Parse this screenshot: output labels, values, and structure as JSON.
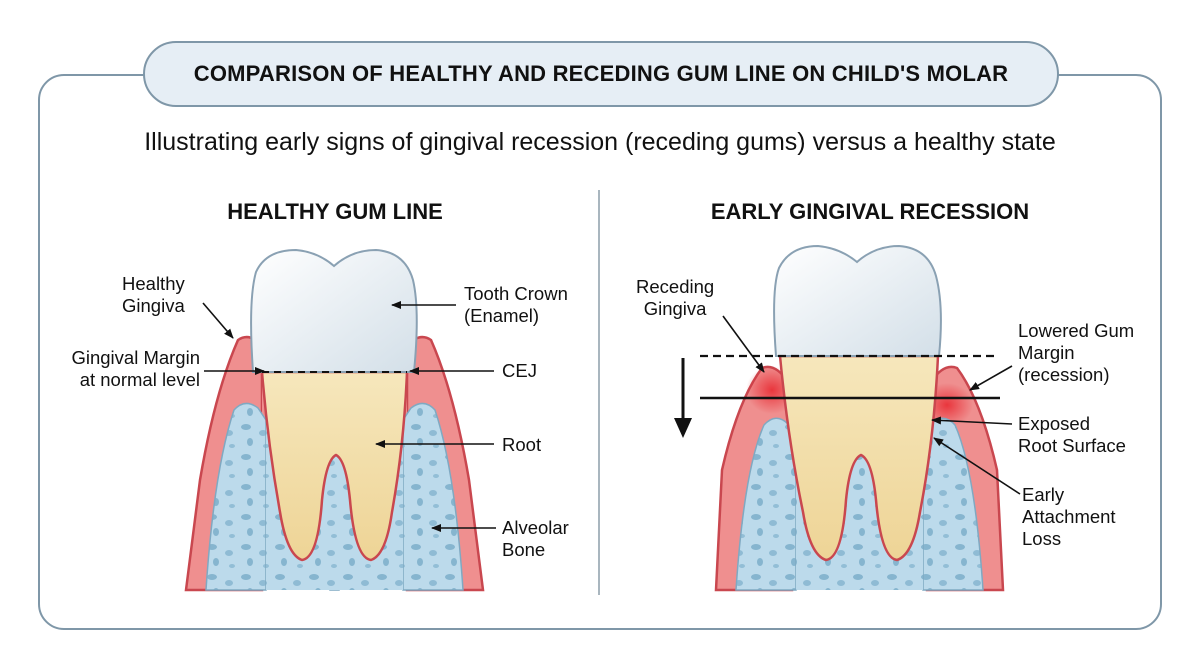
{
  "title": "COMPARISON OF HEALTHY AND RECEDING GUM LINE ON CHILD'S MOLAR",
  "subtitle": "Illustrating early signs of gingival recession (receding gums) versus a healthy state",
  "left_panel": {
    "heading": "HEALTHY GUM LINE",
    "labels": {
      "healthy_gingiva": [
        "Healthy",
        "Gingiva"
      ],
      "gingival_margin": [
        "Gingival Margin",
        "at normal level"
      ],
      "tooth_crown": [
        "Tooth Crown",
        "(Enamel)"
      ],
      "cej": "CEJ",
      "root": "Root",
      "alveolar_bone": [
        "Alveolar",
        "Bone"
      ]
    }
  },
  "right_panel": {
    "heading": "EARLY GINGIVAL RECESSION",
    "labels": {
      "receding_gingiva": [
        "Receding",
        "Gingiva"
      ],
      "lowered_gum_margin": [
        "Lowered Gum",
        "Margin",
        "(recession)"
      ],
      "exposed_root_surface": [
        "Exposed",
        "Root Surface"
      ],
      "early_attachment_loss": [
        "Early",
        "Attachment",
        "Loss"
      ]
    }
  },
  "colors": {
    "gum": "#ef8f8f",
    "gum_outline": "#c9474f",
    "bone": "#bcdaeb",
    "enamel": "#f4f8fb",
    "root": "#f3e0a8",
    "frame": "#7f97a8",
    "title_fill": "#e6eef5"
  }
}
